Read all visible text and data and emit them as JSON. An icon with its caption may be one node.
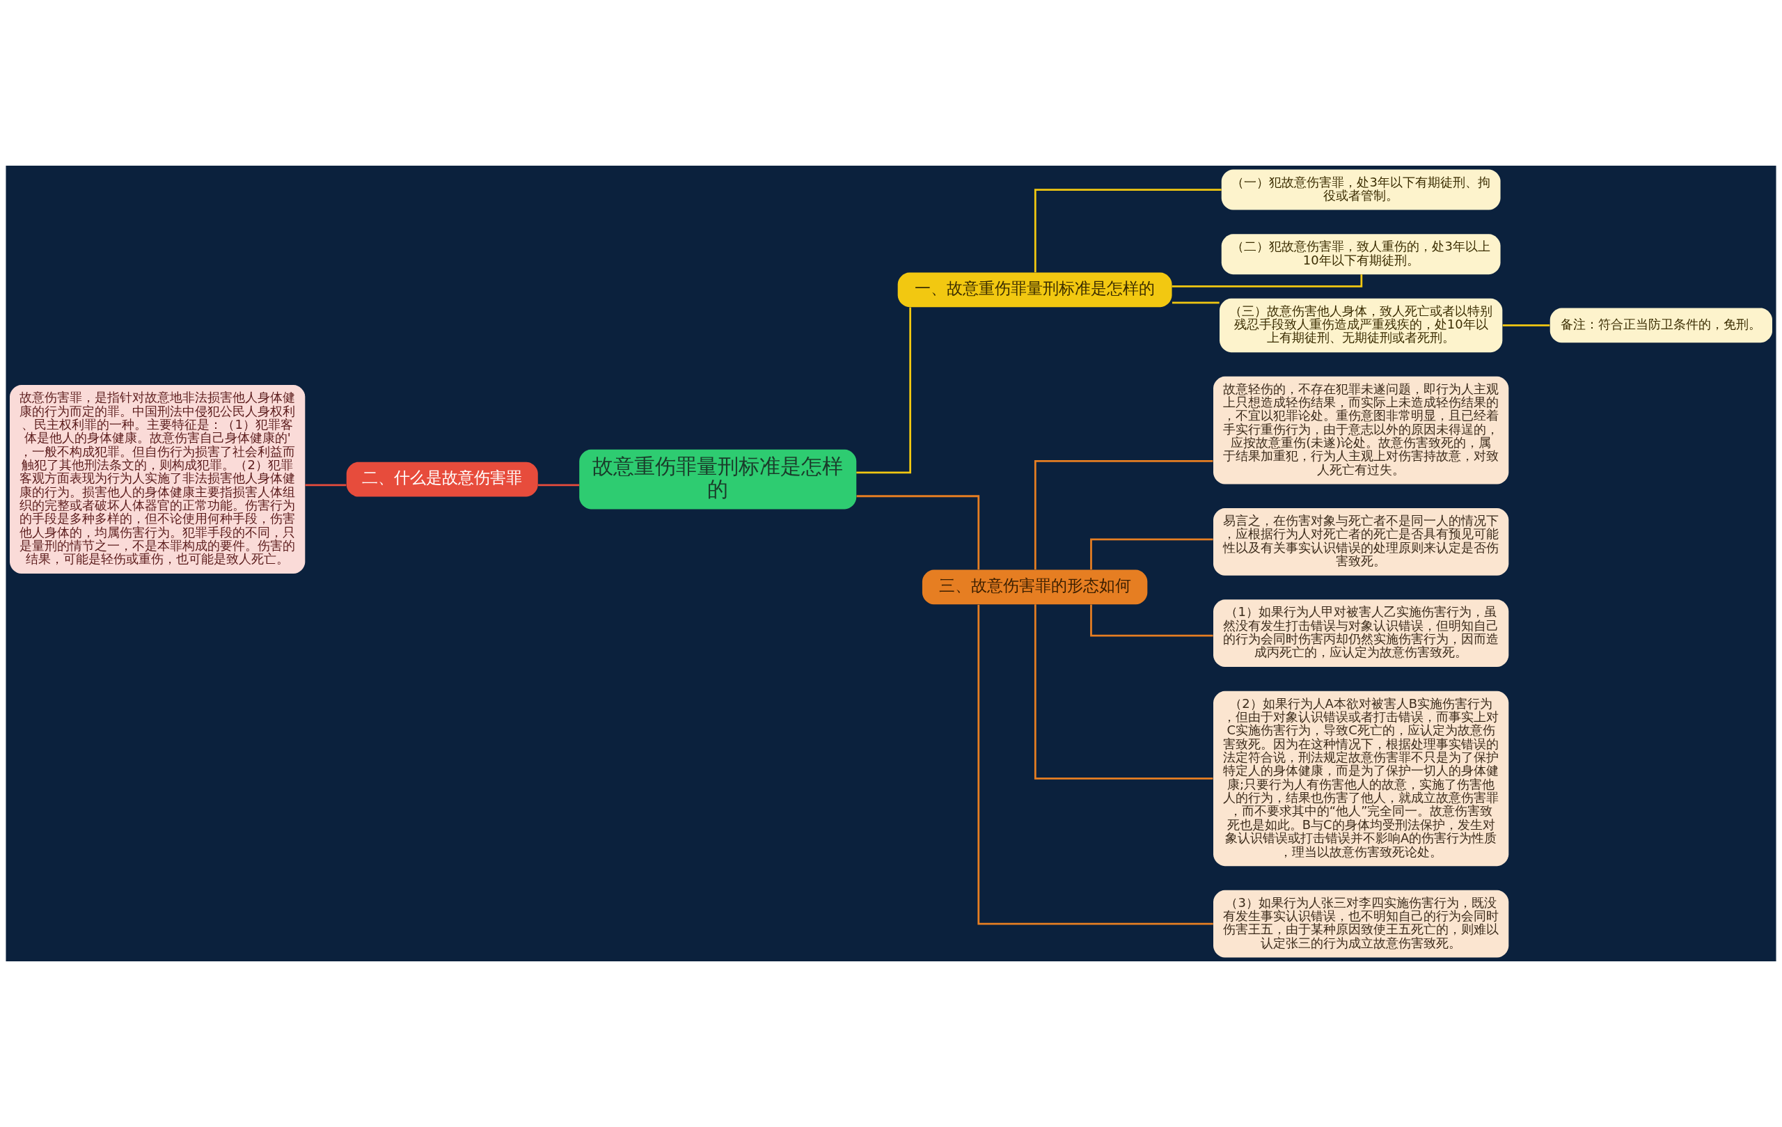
{
  "diagram": {
    "nodes": [
      {
        "text": [
          "故意重伤罪量刑标准是怎样的"
        ]
      },
      {
        "text": [
          "一、故意重伤罪量刑标准是怎样的"
        ]
      },
      {
        "text": [
          "（一）犯故意伤害罪，处3年以下有期徒刑、拘役或者管制。"
        ]
      },
      {
        "text": [
          "（二）犯故意伤害罪，致人重伤的，处3年以上10年以下有期徒刑。"
        ]
      },
      {
        "text": [
          "（三）故意伤害他人身体，致人死亡或者以特别残忍手段致人重伤造成严重残疾的，处10年以上有期徒刑、无期徒刑或者死刑。"
        ]
      },
      {
        "text": [
          "备注：符合正当防卫条件的，免刑。"
        ]
      },
      {
        "text": [
          "二、什么是故意伤害罪"
        ]
      },
      {
        "text": [
          "故意伤害罪，是指针对故意地非法损害他人身体健康的行为而定的罪。中国刑法中侵犯公民人身权利、民主权利罪的一种。主要特征是：（1）犯罪客体是他人的身体健康。故意伤害自己身体健康的'，一般不构成犯罪。但自伤行为损害了社会利益而触犯了其他刑法条文的，则构成犯罪。（2）犯罪客观方面表现为行为人实施了非法损害他人身体健康的行为。损害他人的身体健康主要指损害人体组织的完整或者破坏人体器官的正常功能。伤害行为的手段是多种多样的，但不论使用何种手段，伤害他人身体的，均属伤害行为。犯罪手段的不同，只是量刑的情节之一，不是本罪构成的要件。伤害的结果，可能是轻伤或重伤，也可能是致人死亡。"
        ]
      },
      {
        "text": [
          "三、故意伤害罪的形态如何"
        ]
      },
      {
        "text": [
          "故意轻伤的，不存在犯罪未遂问题，即行为人主观上只想造成轻伤结果，而实际上未造成轻伤结果的，不宜以犯罪论处。重伤意图非常明显，且已经着手实行重伤行为，由于意志以外的原因未得逞的，应按故意重伤(未遂)论处。故意伤害致死的，属于结果加重犯，行为人主观上对伤害持故意，对致人死亡有过失。"
        ]
      },
      {
        "text": [
          "易言之，在伤害对象与死亡者不是同一人的情况下，应根据行为人对死亡者的死亡是否具有预见可能性以及有关事实认识错误的处理原则来认定是否伤害致死。"
        ]
      },
      {
        "text": [
          "（1）如果行为人甲对被害人乙实施伤害行为，虽然没有发生打击错误与对象认识错误，但明知自己的行为会同时伤害丙却仍然实施伤害行为，因而造成丙死亡的，应认定为故意伤害致死。"
        ]
      },
      {
        "text": [
          "（2）如果行为人A本欲对被害人B实施伤害行为，但由于对象认识错误或者打击错误，而事实上对C实施伤害行为，导致C死亡的，应认定为故意伤害致死。因为在这种情况下，根据处理事实错误的法定符合说，刑法规定故意伤害罪不只是为了保护特定人的身体健康，而是为了保护一切人的身体健康;只要行为人有伤害他人的故意，实施了伤害他人的行为，结果也伤害了他人，就成立故意伤害罪，而不要求其中的“他人”完全同一。故意伤害致死也是如此。B与C的身体均受刑法保护，发生对象认识错误或打击错误并不影响A的伤害行为性质，理当以故意伤害致死论处。"
        ]
      },
      {
        "text": [
          "（3）如果行为人张三对李四实施伤害行为，既没有发生事实认识错误，也不明知自己的行为会同时伤害王五，由于某种原因致使王五死亡的，则难以认定张三的行为成立故意伤害致死。"
        ]
      }
    ],
    "edges": [
      {
        "from": 0,
        "to": 1,
        "arrow": "none",
        "color": "#f2c811"
      },
      {
        "from": 1,
        "to": 2,
        "arrow": "none",
        "color": "#f2c811"
      },
      {
        "from": 1,
        "to": 3,
        "arrow": "none",
        "color": "#f2c811"
      },
      {
        "from": 1,
        "to": 4,
        "arrow": "none",
        "color": "#f2c811"
      },
      {
        "from": 4,
        "to": 5,
        "arrow": "none",
        "color": "#f2c811"
      },
      {
        "from": 0,
        "to": 6,
        "arrow": "none",
        "color": "#e74c3c"
      },
      {
        "from": 6,
        "to": 7,
        "arrow": "none",
        "color": "#e74c3c"
      },
      {
        "from": 0,
        "to": 8,
        "arrow": "none"
      },
      {
        "from": 8,
        "to": 9,
        "arrow": "none"
      },
      {
        "from": 8,
        "to": 10,
        "arrow": "none"
      },
      {
        "from": 8,
        "to": 11,
        "arrow": "none"
      },
      {
        "from": 8,
        "to": 12,
        "arrow": "none"
      },
      {
        "from": 8,
        "to": 13,
        "arrow": "none"
      }
    ]
  }
}
